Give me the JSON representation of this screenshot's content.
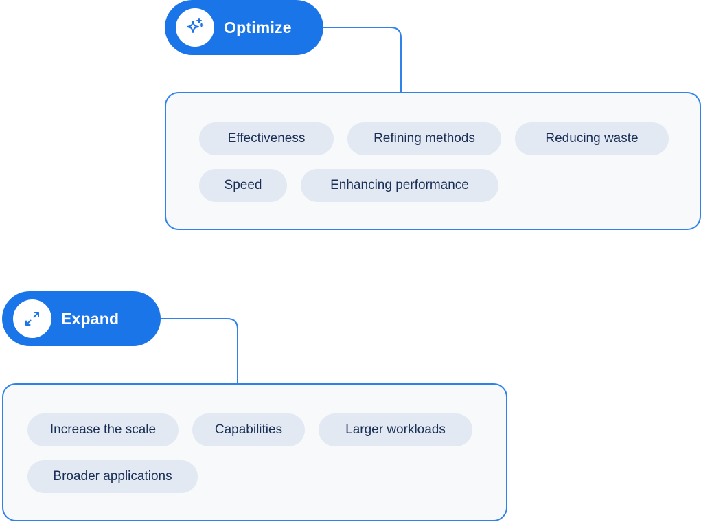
{
  "optimize": {
    "title": "Optimize",
    "icon": "sparkle-icon",
    "items": [
      "Effectiveness",
      "Refining methods",
      "Reducing waste",
      "Speed",
      "Enhancing performance"
    ]
  },
  "expand": {
    "title": "Expand",
    "icon": "expand-arrows-icon",
    "items": [
      "Increase the scale",
      "Capabilities",
      "Larger workloads",
      "Broader applications"
    ]
  },
  "colors": {
    "accent": "#1a75e8",
    "panel_border": "#2f82ea",
    "panel_background": "#f8f9fa",
    "chip_background": "#e2e9f2",
    "chip_text": "#1a2f55"
  }
}
